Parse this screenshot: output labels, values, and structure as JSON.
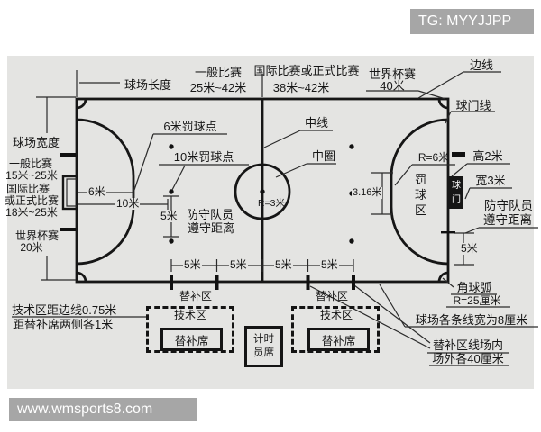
{
  "badges": {
    "tg": "TG: MYYJJPP",
    "watermark": "www.wmsports8.com"
  },
  "top": {
    "field_length": "球场长度",
    "general_label": "一般比赛",
    "general_range": "25米~42米",
    "intl_label": "国际比赛或正式比赛",
    "intl_range": "38米~42米",
    "worldcup_label": "世界杯赛",
    "worldcup_value": "40米",
    "sideline": "边线",
    "goal_line": "球门线"
  },
  "left": {
    "field_width": "球场宽度",
    "general_label": "一般比赛",
    "general_range": "15米~25米",
    "intl_label_1": "国际比赛",
    "intl_label_2": "或正式比赛",
    "intl_range": "18米~25米",
    "worldcup_label": "世界杯赛",
    "worldcup_value": "20米"
  },
  "field": {
    "six_m_spot": "6米罚球点",
    "ten_m_spot": "10米罚球点",
    "dim_6m": "6米",
    "dim_10m": "10米",
    "dim_5m": "5米",
    "defenders_1": "防守队员",
    "defenders_2": "遵守距离",
    "center_line": "中线",
    "center_circle": "中圈",
    "center_radius": "R=3米",
    "dim_316": "3.16米",
    "penalty_radius": "R=6米",
    "penalty_area": "罚球区",
    "goal": "球门"
  },
  "right": {
    "goal_height": "高2米",
    "goal_width": "宽3米",
    "defenders_1": "防守队员",
    "defenders_2": "遵守距离",
    "dim_5m": "5米",
    "corner_arc": "角球弧",
    "corner_radius": "R=25厘米",
    "line_width_note": "球场各条线宽为8厘米",
    "sub_note_1": "替补区线场内",
    "sub_note_2": "场外各40厘米"
  },
  "bottom": {
    "dim_5m": "5米",
    "sub_zone": "替补区",
    "tech_area": "技术区",
    "bench": "替补席",
    "timer_1": "计时",
    "timer_2": "员席",
    "note_1": "技术区距边线0.75米",
    "note_2": "距替补席两侧各1米"
  },
  "colors": {
    "panel_bg": "#e4e4e2",
    "line": "#161616",
    "badge_bg": "#a6a6a6",
    "badge_text": "#ffffff"
  }
}
